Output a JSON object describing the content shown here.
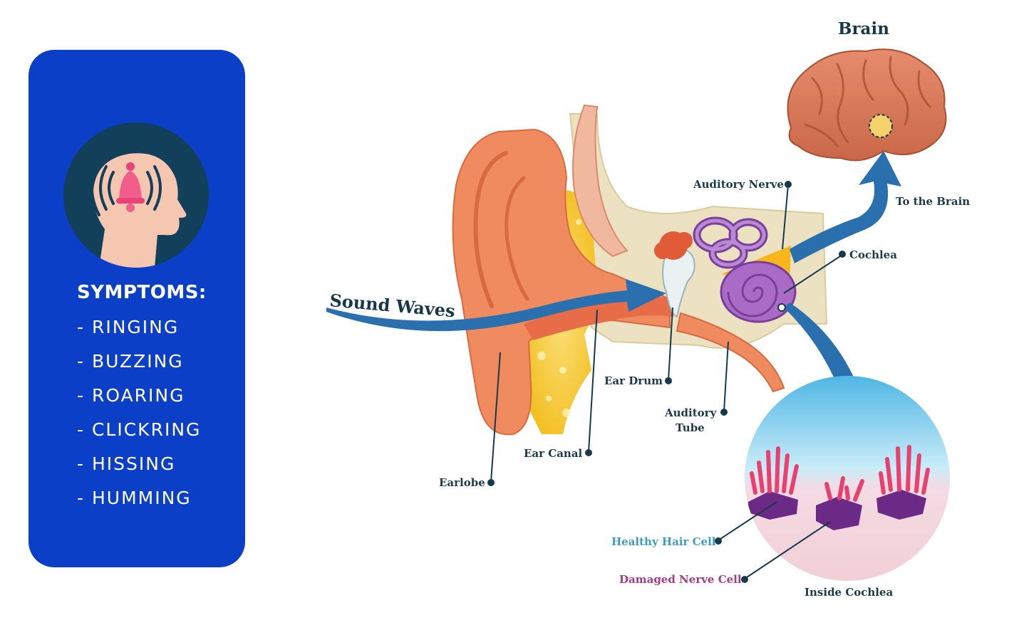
{
  "symptoms": {
    "title": "SYMPTOMS:",
    "items": [
      "- RINGING",
      "- BUZZING",
      "- ROARING",
      "- CLICKRING",
      "- HISSING",
      "- HUMMING"
    ]
  },
  "diagram": {
    "labels": {
      "brain": "Brain",
      "to_the_brain": "To the Brain",
      "auditory_nerve": "Auditory Nerve",
      "cochlea": "Cochlea",
      "sound_waves": "Sound Waves",
      "ear_drum": "Ear Drum",
      "auditory_tube_line1": "Auditory",
      "auditory_tube_line2": "Tube",
      "ear_canal": "Ear Canal",
      "earlobe": "Earlobe",
      "healthy_hair_cell": "Healthy Hair Cell",
      "damaged_nerve_cell": "Damaged Nerve Cell",
      "inside_cochlea": "Inside Cochlea"
    }
  },
  "colors": {
    "panel": "#0c3fc7",
    "skin": "#f08a5f",
    "brain": "#d9795a",
    "arrow": "#2a6fae",
    "cochlea": "#9a62b8",
    "bone": "#ede3c3",
    "fat": "#f5c72a",
    "healthy_label": "#3f9bc6",
    "damaged_label": "#a83a86"
  }
}
